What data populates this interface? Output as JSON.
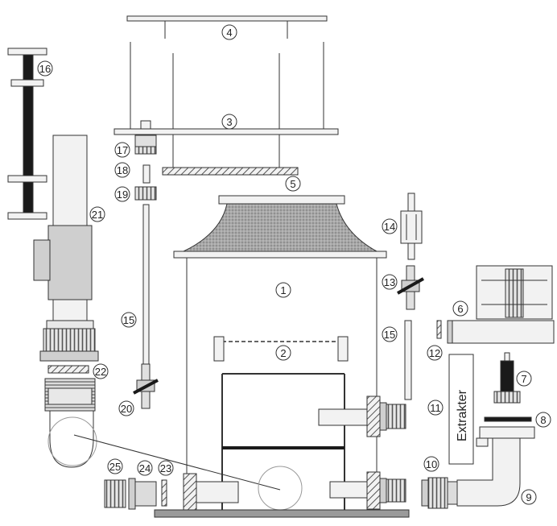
{
  "diagram": {
    "callouts": [
      {
        "id": "c1",
        "num": "1"
      },
      {
        "id": "c2",
        "num": "2"
      },
      {
        "id": "c3",
        "num": "3"
      },
      {
        "id": "c4",
        "num": "4"
      },
      {
        "id": "c5",
        "num": "5"
      },
      {
        "id": "c6",
        "num": "6"
      },
      {
        "id": "c7",
        "num": "7"
      },
      {
        "id": "c8",
        "num": "8"
      },
      {
        "id": "c9",
        "num": "9"
      },
      {
        "id": "c10",
        "num": "10"
      },
      {
        "id": "c11",
        "num": "11"
      },
      {
        "id": "c12",
        "num": "12"
      },
      {
        "id": "c13",
        "num": "13"
      },
      {
        "id": "c14",
        "num": "14"
      },
      {
        "id": "c15a",
        "num": "15"
      },
      {
        "id": "c15b",
        "num": "15"
      },
      {
        "id": "c16",
        "num": "16"
      },
      {
        "id": "c17",
        "num": "17"
      },
      {
        "id": "c18",
        "num": "18"
      },
      {
        "id": "c19",
        "num": "19"
      },
      {
        "id": "c20",
        "num": "20"
      },
      {
        "id": "c21",
        "num": "21"
      },
      {
        "id": "c22",
        "num": "22"
      },
      {
        "id": "c23",
        "num": "23"
      },
      {
        "id": "c24",
        "num": "24"
      },
      {
        "id": "c25",
        "num": "25"
      }
    ],
    "extrakter_label": "Extrakter",
    "colors": {
      "line": "#333333",
      "part_fill": "#f2f2f2",
      "part_gray": "#cfcfcf",
      "dark": "#1a1a1a",
      "base": "#9a9a9a",
      "foam": "#9c9c9c"
    }
  }
}
